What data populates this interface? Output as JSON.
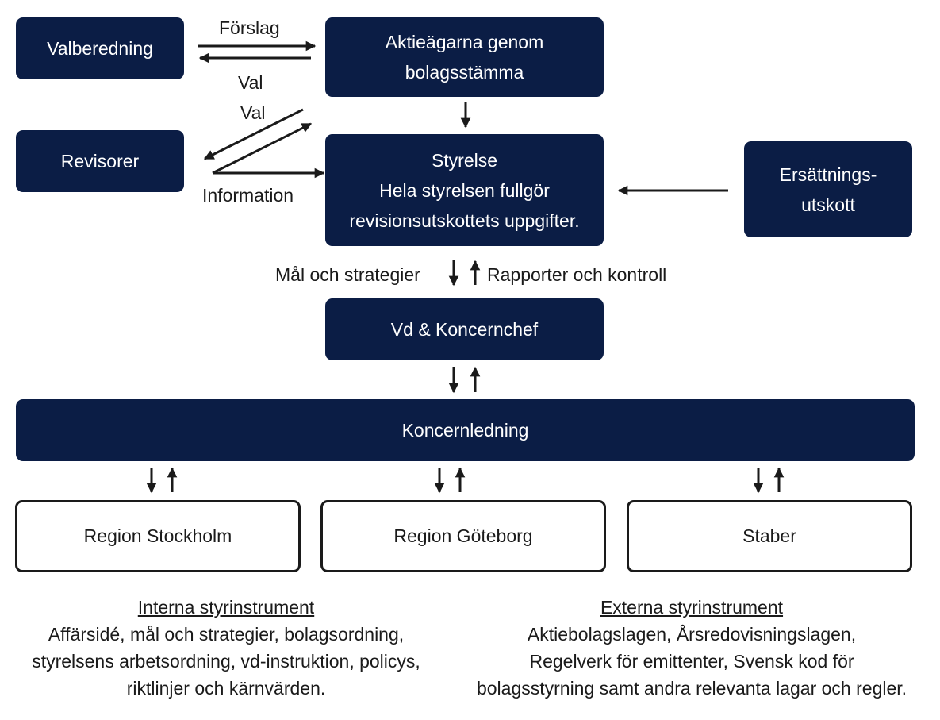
{
  "nodes": {
    "valberedning": "Valberedning",
    "aktieagarna": [
      "Aktieägarna genom",
      "bolagsstämma"
    ],
    "revisorer": "Revisorer",
    "styrelse": [
      "Styrelse",
      "Hela styrelsen fullgör",
      "revisionsutskottets uppgifter."
    ],
    "ersattning": [
      "Ersättnings-",
      "utskott"
    ],
    "vd": "Vd & Koncernchef",
    "koncernledning": "Koncernledning",
    "region_stockholm": "Region Stockholm",
    "region_goteborg": "Region Göteborg",
    "staber": "Staber"
  },
  "edge_labels": {
    "forslag": "Förslag",
    "val_1": "Val",
    "val_2": "Val",
    "information": "Information",
    "mal": "Mål och strategier",
    "rapporter": "Rapporter och kontroll"
  },
  "notes": {
    "interna": {
      "heading": "Interna styrinstrument",
      "lines": [
        "Affärsidé, mål och strategier, bolagsordning,",
        "styrelsens arbetsordning, vd-instruktion, policys,",
        "riktlinjer och kärnvärden."
      ]
    },
    "externa": {
      "heading": "Externa styrinstrument",
      "lines": [
        "Aktiebolagslagen, Årsredovisningslagen,",
        "Regelverk för emittenter, Svensk kod för",
        "bolagsstyrning samt andra relevanta lagar och regler."
      ]
    }
  },
  "colors": {
    "navy": "#0b1d45",
    "ink": "#1a1a1a"
  }
}
